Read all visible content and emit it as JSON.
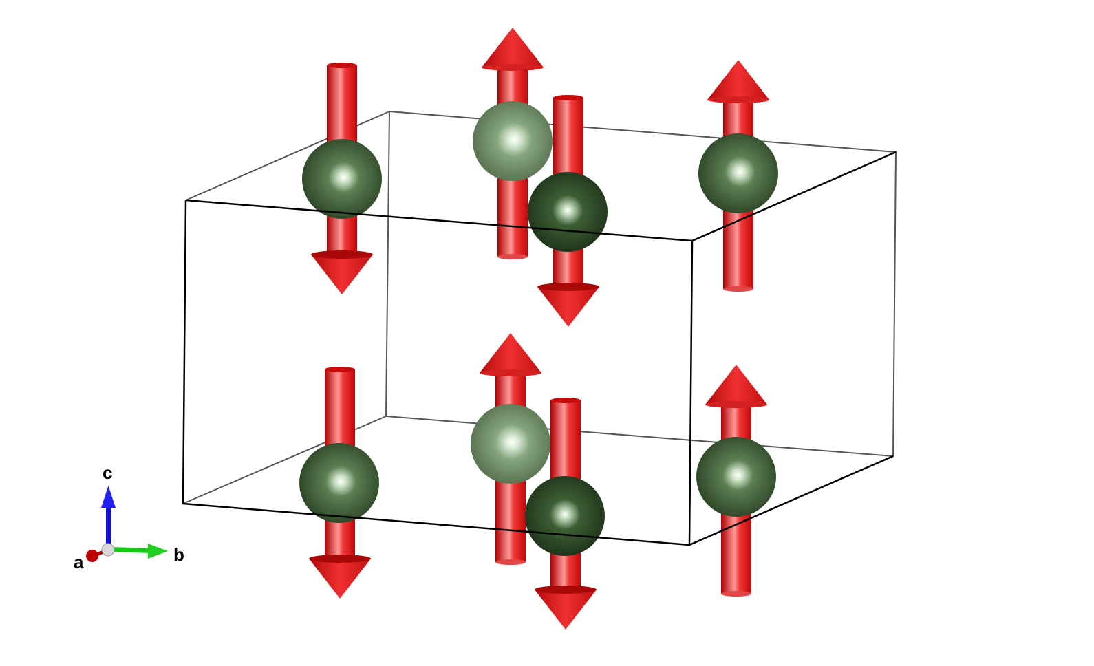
{
  "axes": {
    "a_label": "a",
    "b_label": "b",
    "c_label": "c"
  },
  "colors": {
    "arrow": "#e8262a",
    "atom_dark": "#3f5f38",
    "atom_light": "#7a9a72",
    "axis_a": "#c00000",
    "axis_b": "#18c818",
    "axis_c": "#1010e0",
    "cell_edge": "#000000"
  },
  "structure": {
    "moments": [
      "down",
      "up",
      "down",
      "up",
      "down",
      "up",
      "down",
      "up"
    ]
  }
}
